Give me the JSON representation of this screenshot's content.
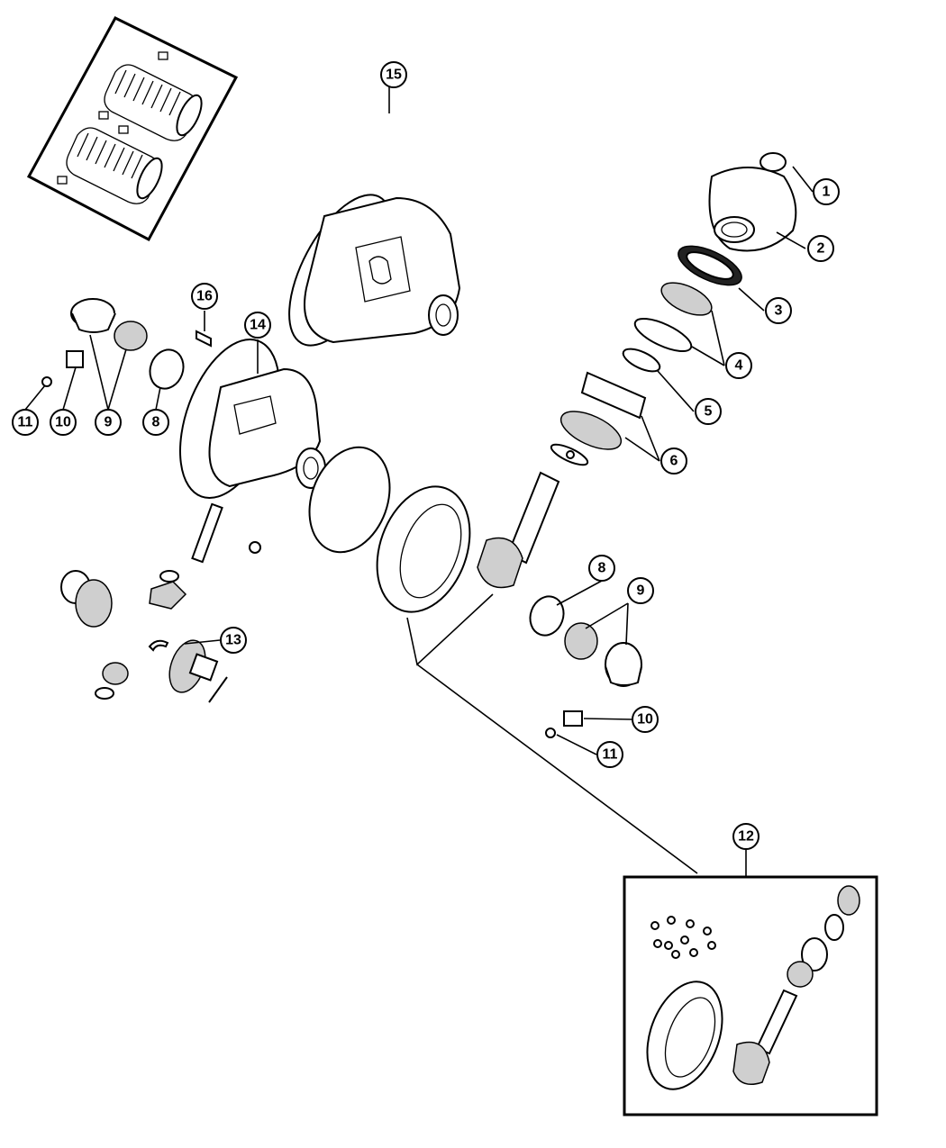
{
  "callouts": {
    "c1": "1",
    "c2": "2",
    "c3": "3",
    "c4": "4",
    "c5": "5",
    "c6": "6",
    "c8a": "8",
    "c8b": "8",
    "c9a": "9",
    "c9b": "9",
    "c10a": "10",
    "c10b": "10",
    "c11a": "11",
    "c11b": "11",
    "c12": "12",
    "c13": "13",
    "c14": "14",
    "c15": "15",
    "c16": "16"
  }
}
